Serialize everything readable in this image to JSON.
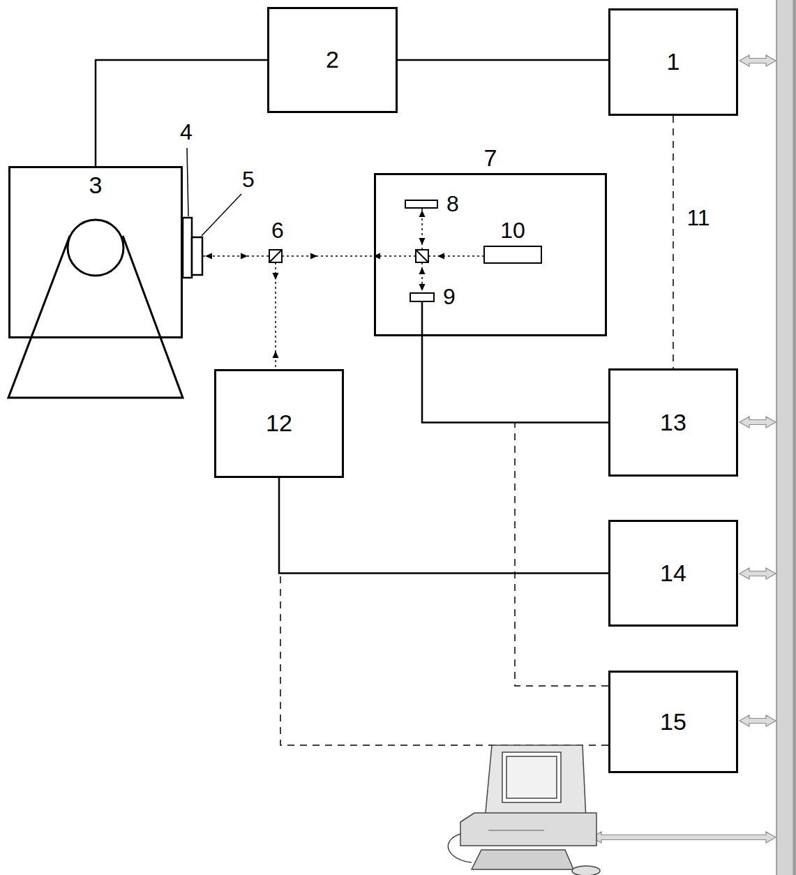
{
  "diagram": {
    "nodes": [
      {
        "text": [
          "2"
        ]
      },
      {
        "text": [
          "1"
        ]
      },
      {
        "text": [
          "3"
        ]
      },
      {
        "text": [
          "7"
        ]
      },
      {
        "text": [
          "8"
        ],
        "in": 3
      },
      {
        "text": [
          "10"
        ],
        "in": 3
      },
      {
        "text": [
          "9"
        ],
        "in": 3
      },
      {
        "text": [
          "12"
        ]
      },
      {
        "text": [
          "13"
        ]
      },
      {
        "text": [
          "14"
        ]
      },
      {
        "text": [
          "15"
        ]
      }
    ],
    "edges": [
      {
        "from": 2,
        "to": 0,
        "arrow": "none"
      },
      {
        "from": 0,
        "to": 1,
        "arrow": "none"
      },
      {
        "from": 1,
        "to": 8,
        "label": "11",
        "arrow": "none"
      },
      {
        "from": 6,
        "to": 8,
        "arrow": "none"
      },
      {
        "from": 7,
        "to": 9,
        "arrow": "none"
      }
    ],
    "labels": [
      "4",
      "5",
      "6"
    ]
  }
}
